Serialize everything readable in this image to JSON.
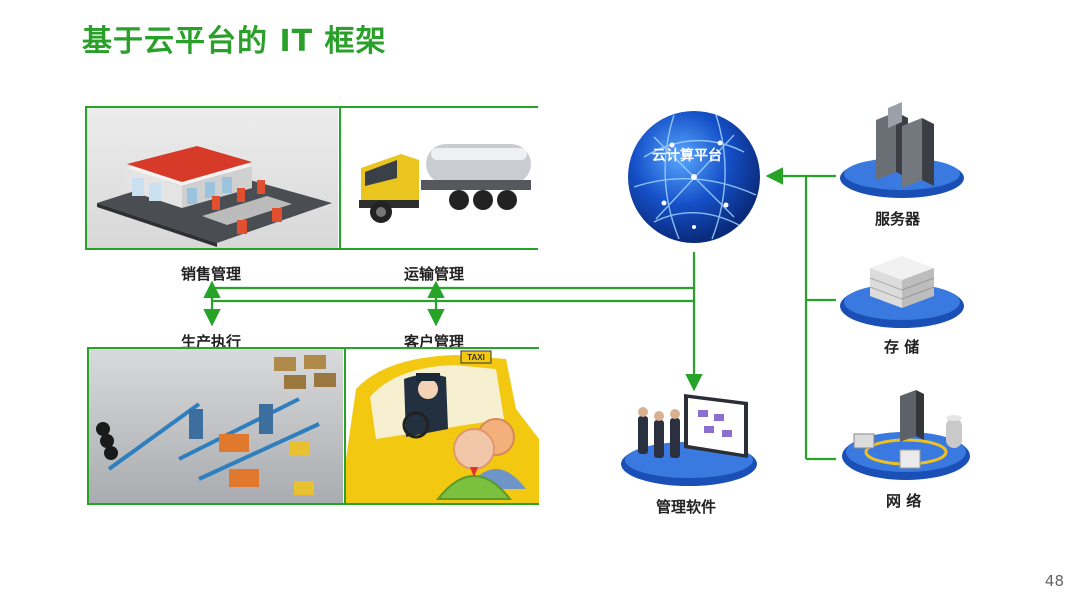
{
  "title": "基于云平台的 IT 框架",
  "modules": {
    "sales": "销售管理",
    "transport": "运输管理",
    "production": "生产执行",
    "customer": "客户管理"
  },
  "cloud": {
    "label": "云计算平台"
  },
  "resources": {
    "server": "服务器",
    "storage": "存 储",
    "network": "网 络",
    "software": "管理软件"
  },
  "taxi_sign": "TAXI",
  "page_number": "48",
  "colors": {
    "accent_green": "#27a327",
    "title_green": "#2aa02a",
    "cloud_blue": "#1550c8",
    "platform_blue": "#1a4fb5"
  }
}
